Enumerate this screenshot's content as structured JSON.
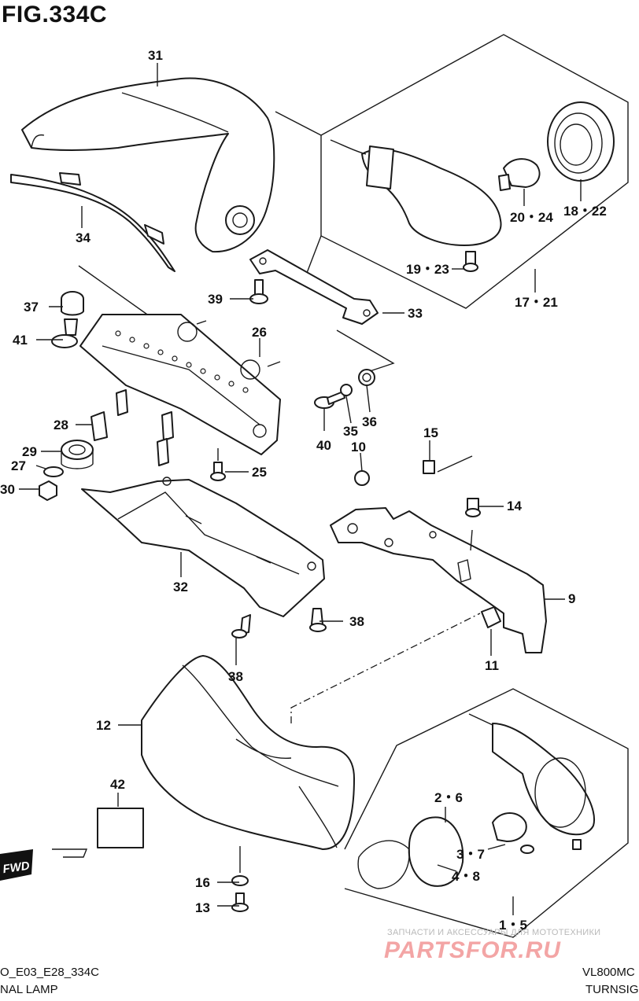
{
  "figure_title": "FIG.334C",
  "footer": {
    "left_code": "O_E03_E28_334C",
    "left_name": "NAL LAMP",
    "right_code": "VL800MC",
    "right_name": "TURNSIG"
  },
  "watermark": {
    "small": "ЗАПЧАСТИ И АКСЕССУАРЫ ДЛЯ МОТОТЕХНИКИ",
    "big": "PARTSFOR.RU"
  },
  "fwd_label": "FWD",
  "callouts": {
    "c31": "31",
    "c34": "34",
    "c37": "37",
    "c41": "41",
    "c39": "39",
    "c33": "33",
    "c26": "26",
    "c28": "28",
    "c29": "29",
    "c27": "27",
    "c30": "30",
    "c25": "25",
    "c40": "40",
    "c35": "35",
    "c36": "36",
    "c10": "10",
    "c15": "15",
    "c14": "14",
    "c9": "9",
    "c11": "11",
    "c32": "32",
    "c38a": "38",
    "c38b": "38",
    "c12": "12",
    "c42": "42",
    "c16": "16",
    "c13": "13",
    "c2_6": "2・6",
    "c3_7": "3・7",
    "c4_8": "4・8",
    "c1_5": "1・5",
    "c20_24": "20・24",
    "c18_22": "18・22",
    "c19_23": "19・23",
    "c17_21": "17・21"
  }
}
